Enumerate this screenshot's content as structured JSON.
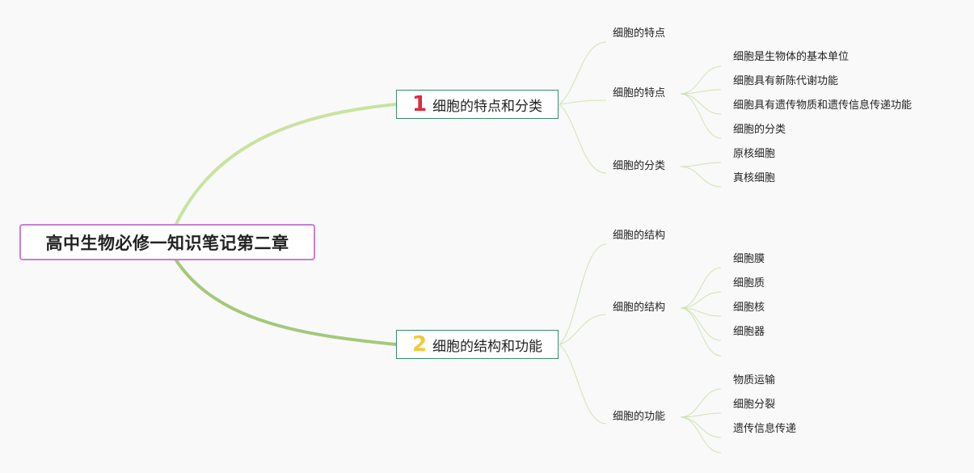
{
  "root": {
    "title": "高中生物必修一知识笔记第二章"
  },
  "branches": [
    {
      "number": "1",
      "number_color": "#e0283c",
      "title": "细胞的特点和分类",
      "children": [
        {
          "label": "细胞的特点",
          "children": []
        },
        {
          "label": "细胞的特点",
          "children": [
            "细胞是生物体的基本单位",
            "细胞具有新陈代谢功能",
            "细胞具有遗传物质和遗传信息传递功能",
            "细胞的分类"
          ]
        },
        {
          "label": "细胞的分类",
          "children": [
            "原核细胞",
            "真核细胞"
          ]
        }
      ]
    },
    {
      "number": "2",
      "number_color": "#f3c93a",
      "title": "细胞的结构和功能",
      "children": [
        {
          "label": "细胞的结构",
          "children": []
        },
        {
          "label": "细胞的结构",
          "children": [
            "细胞膜",
            "细胞质",
            "细胞核",
            "细胞器"
          ]
        },
        {
          "label": "细胞的功能",
          "children": [
            "物质运输",
            "细胞分裂",
            "遗传信息传递"
          ]
        }
      ]
    }
  ],
  "colors": {
    "branch1_line": "#c8e3a0",
    "branch2_line": "#a3c97a",
    "leaf_line": "#cfe3b4",
    "root_border": "#c77fd3",
    "main_border": "#3a8a6a"
  }
}
